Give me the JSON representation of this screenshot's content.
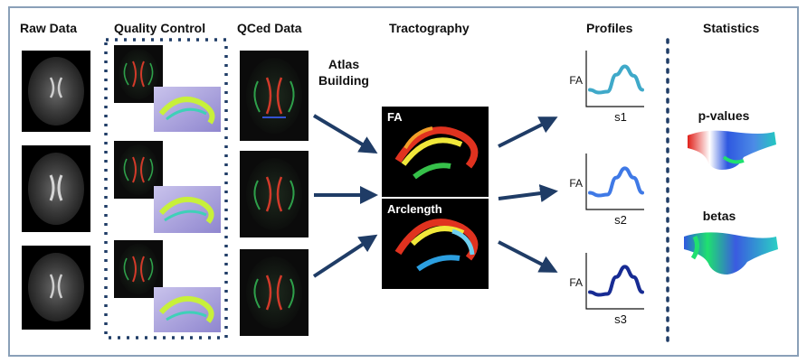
{
  "headers": {
    "raw": "Raw Data",
    "qc": "Quality Control",
    "qced": "QCed Data",
    "tracto": "Tractography",
    "profiles": "Profiles",
    "stats": "Statistics"
  },
  "atlas": {
    "line1": "Atlas",
    "line2": "Building"
  },
  "tracto_panels": {
    "top": "FA",
    "bottom": "Arclength"
  },
  "profiles": [
    {
      "y_label": "FA",
      "x_label": "s1",
      "color": "#3fa9c9",
      "values": [
        0.28,
        0.22,
        0.24,
        0.6,
        0.78,
        0.58,
        0.28
      ]
    },
    {
      "y_label": "FA",
      "x_label": "s2",
      "color": "#3f79e6",
      "values": [
        0.28,
        0.22,
        0.24,
        0.6,
        0.8,
        0.6,
        0.28
      ]
    },
    {
      "y_label": "FA",
      "x_label": "s3",
      "color": "#172b93",
      "values": [
        0.28,
        0.22,
        0.24,
        0.6,
        0.82,
        0.6,
        0.28
      ]
    }
  ],
  "stats": {
    "top": "p-values",
    "bottom": "betas"
  },
  "colors": {
    "frame": "#8aa0b8",
    "arrow": "#1f3c66",
    "dots": "#1f3c66"
  }
}
